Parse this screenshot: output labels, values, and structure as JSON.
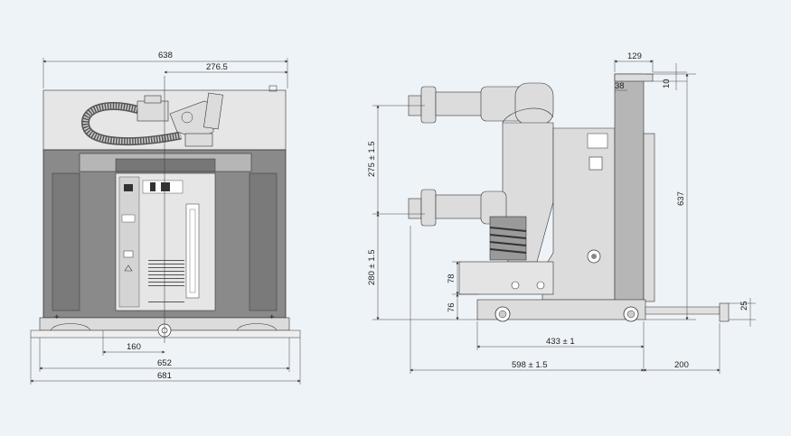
{
  "front_view": {
    "dimensions": {
      "overall_top": "638",
      "top_offset": "276.5",
      "bottom_offset": "160",
      "base_inner": "652",
      "base_outer": "681"
    }
  },
  "side_view": {
    "dimensions": {
      "top_width": "129",
      "top_small": "38",
      "top_small_v": "10",
      "upper_pole": "275 ± 1.5",
      "lower_pole": "280 ± 1.5",
      "height": "637",
      "base_78": "78",
      "base_76": "76",
      "wheel_span": "433 ± 1",
      "depth": "598 ± 1.5",
      "handle": "200",
      "handle_h": "25"
    }
  },
  "colors": {
    "background": "#eef3f8",
    "body": "#8a8a8a",
    "panel": "#e6e6e6",
    "line": "#2a2a2a"
  }
}
